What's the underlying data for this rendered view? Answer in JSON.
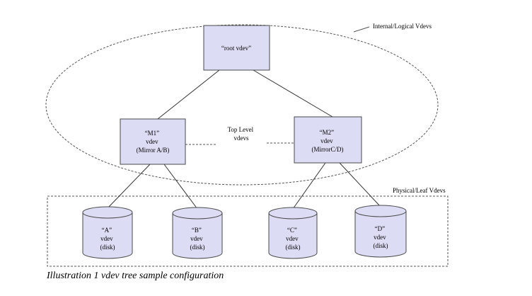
{
  "colors": {
    "node_fill": "#dcdcf4",
    "node_stroke": "#4a4a4a",
    "line": "#333333",
    "dashed": "#555555"
  },
  "labels": {
    "internal_vdevs": "Internal/Logical Vdevs",
    "physical_vdevs": "Physical/Leaf Vdevs",
    "top_level": [
      "Top Level",
      "vdevs"
    ],
    "caption": "Illustration 1 vdev tree sample configuration"
  },
  "nodes": {
    "root": [
      "“root vdev”"
    ],
    "m1": [
      "“M1”",
      "vdev",
      "(Mirror A/B)"
    ],
    "m2": [
      "“M2”",
      "vdev",
      "(MirrorC/D)"
    ],
    "disk_a": [
      "“A”",
      "vdev",
      "(disk)"
    ],
    "disk_b": [
      "“B”",
      "vdev",
      "(disk)"
    ],
    "disk_c": [
      "“C”",
      "vdev",
      "(disk)"
    ],
    "disk_d": [
      "“D”",
      "vdev",
      "(disk)"
    ]
  }
}
